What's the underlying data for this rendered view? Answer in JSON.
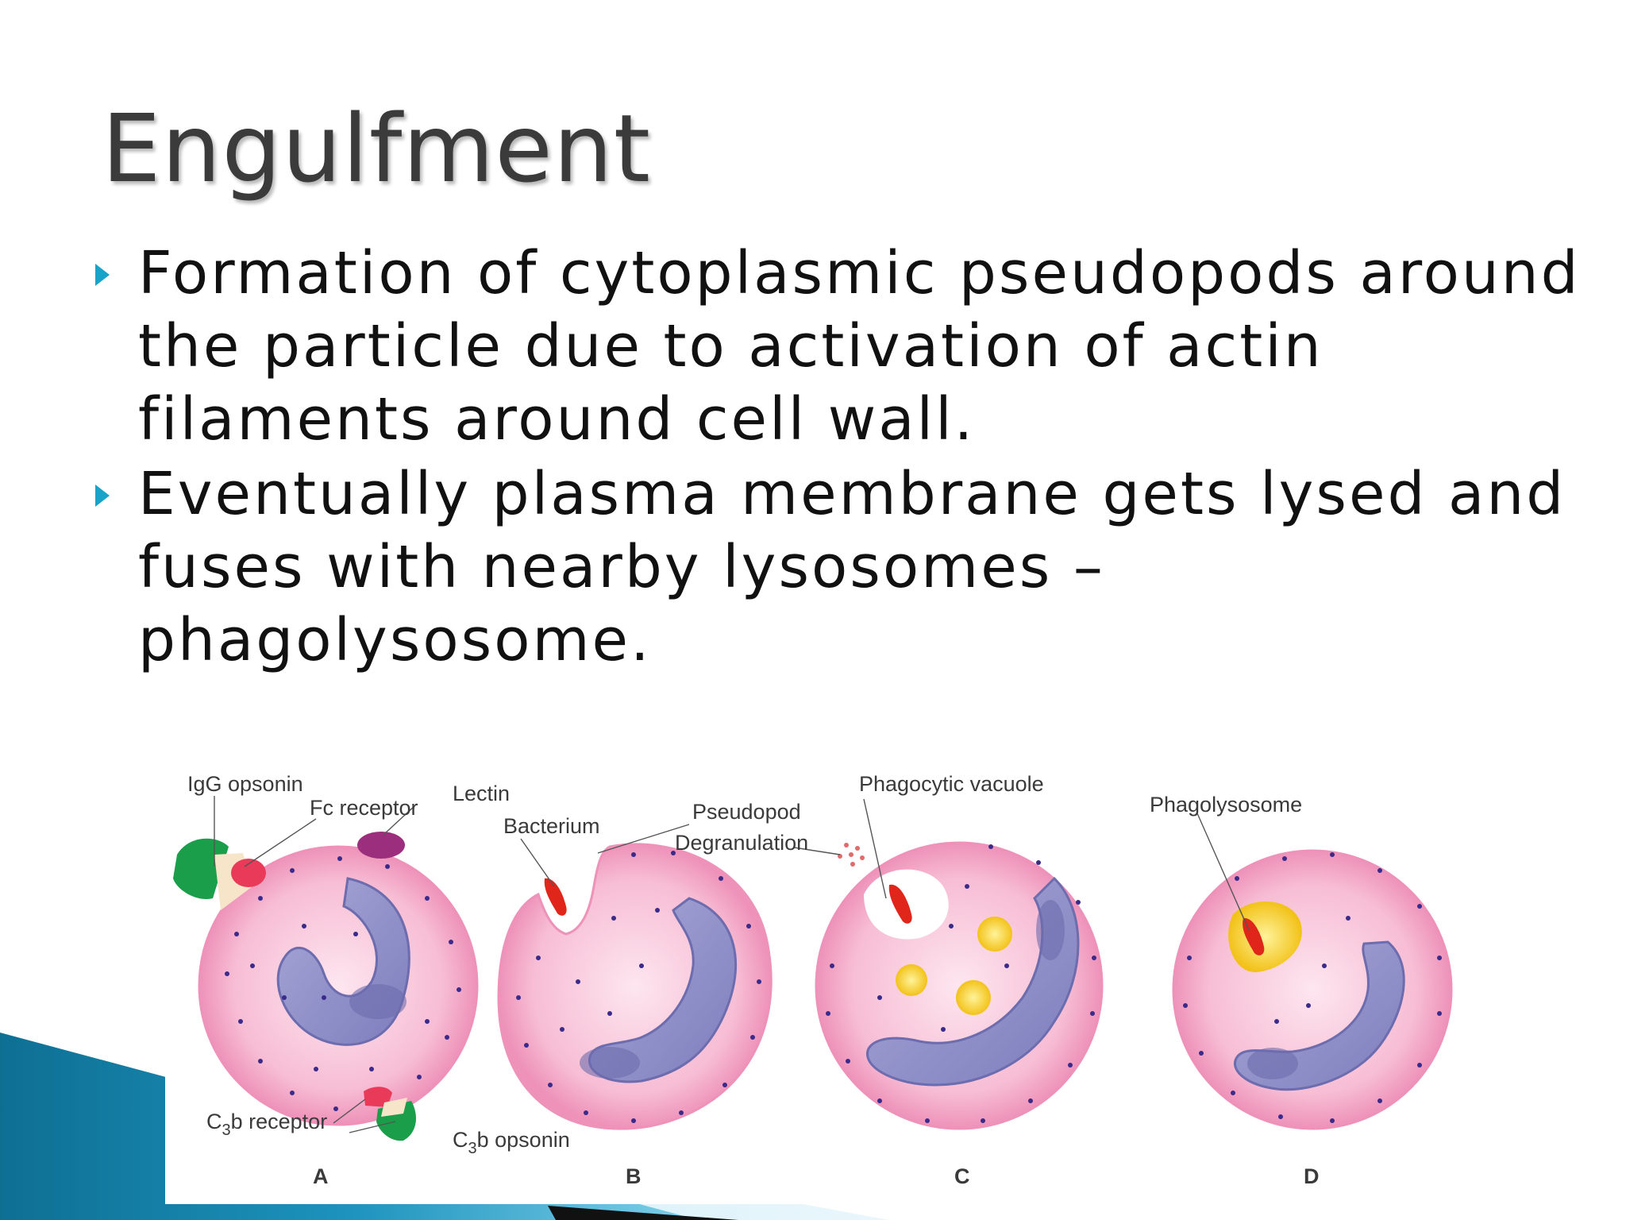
{
  "slide": {
    "title": "Engulfment",
    "bullets": [
      "Formation of cytoplasmic pseudopods around the particle due to activation of actin filaments around cell wall.",
      "Eventually plasma membrane gets lysed and fuses with nearby lysosomes – phagolysosome."
    ],
    "accent_color": "#1aa3c9"
  },
  "figure": {
    "labels": {
      "igg_opsonin": "IgG opsonin",
      "fc_receptor": "Fc receptor",
      "lectin": "Lectin",
      "bacterium": "Bacterium",
      "pseudopod": "Pseudopod",
      "degranulation": "Degranulation",
      "phagocytic_vacuole": "Phagocytic vacuole",
      "phagolysosome": "Phagolysosome",
      "c3b_receptor_c": "C",
      "c3b_receptor_sub": "3",
      "c3b_receptor_rest": "b receptor",
      "c3b_opsonin_c": "C",
      "c3b_opsonin_sub": "3",
      "c3b_opsonin_rest": "b opsonin"
    },
    "panels": [
      "A",
      "B",
      "C",
      "D"
    ],
    "colors": {
      "cytoplasm": "#f7bdd4",
      "cytoplasm_edge": "#ef93ba",
      "nucleus": "#8f8fc8",
      "granule": "#3a2a8a",
      "bacterium": "#e0261b",
      "lysosome": "#f2c21a",
      "igg": "#1a9e4a",
      "lectin": "#9b2f7d"
    }
  }
}
